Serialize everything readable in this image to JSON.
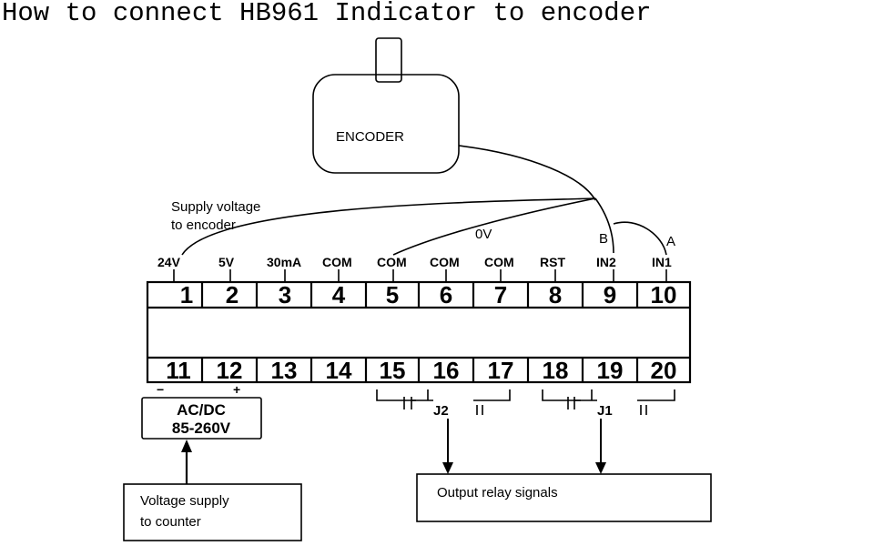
{
  "title": "How to connect HB961 Indicator to encoder",
  "encoder": {
    "label": "ENCODER"
  },
  "wires": {
    "supply_label_line1": "Supply voltage",
    "supply_label_line2": "to encoder",
    "zero_volt": "0V",
    "phase_b": "B",
    "phase_a": "A"
  },
  "top_terminals": [
    {
      "label": "24V",
      "number": "1"
    },
    {
      "label": "5V",
      "number": "2"
    },
    {
      "label": "30mA",
      "number": "3"
    },
    {
      "label": "COM",
      "number": "4"
    },
    {
      "label": "COM",
      "number": "5"
    },
    {
      "label": "COM",
      "number": "6"
    },
    {
      "label": "COM",
      "number": "7"
    },
    {
      "label": "RST",
      "number": "8"
    },
    {
      "label": "IN2",
      "number": "9"
    },
    {
      "label": "IN1",
      "number": "10"
    }
  ],
  "bottom_terminals": [
    "11",
    "12",
    "13",
    "14",
    "15",
    "16",
    "17",
    "18",
    "19",
    "20"
  ],
  "polarity": {
    "minus": "−",
    "plus": "+"
  },
  "power": {
    "line1": "AC/DC",
    "line2": "85-260V"
  },
  "relays": {
    "j2": "J2",
    "j1": "J1"
  },
  "boxes": {
    "voltage_supply_line1": "Voltage supply",
    "voltage_supply_line2": "to counter",
    "output_relay": "Output relay signals"
  }
}
